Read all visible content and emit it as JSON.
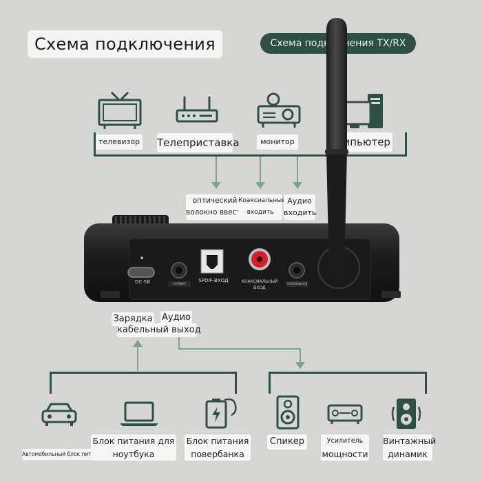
{
  "header": {
    "title": "Схема подключения",
    "mode_pill": "Схема подключения TX/RX"
  },
  "top_devices": [
    {
      "icon": "tv-icon",
      "label": "телевизор"
    },
    {
      "icon": "set-top-box-icon",
      "label": "Телеприставка"
    },
    {
      "icon": "projector-icon",
      "label": "монитор"
    },
    {
      "icon": "computer-icon",
      "label": "Компьютер"
    }
  ],
  "inputs": {
    "optical": [
      "оптический",
      "волокно ввести"
    ],
    "coaxial": [
      "Коаксиальный",
      "входить"
    ],
    "audio": [
      "Аудио",
      "входить"
    ]
  },
  "device_ports": {
    "dc": "DC-5B",
    "jack_left": "ЗАРЯДКА",
    "spdif": "SPDIF-ВХОД",
    "coax": [
      "КОАКСИАЛЬНЫЙ",
      "ВХОД"
    ],
    "jack_right": "АУДИОВЫХОД"
  },
  "outputs": {
    "charge": "Зарядка",
    "audio": [
      "Аудио",
      "кабельный выход"
    ]
  },
  "power_sources": [
    {
      "icon": "car-icon",
      "label": "Автомобильный блок питания"
    },
    {
      "icon": "laptop-icon",
      "label": [
        "Блок питания для",
        "ноутбука"
      ]
    },
    {
      "icon": "powerbank-icon",
      "label": [
        "Блок питания",
        "повербанка"
      ]
    }
  ],
  "audio_outputs": [
    {
      "icon": "speaker-icon",
      "label": "Спикер"
    },
    {
      "icon": "amplifier-icon",
      "label": [
        "Усилитель",
        "мощности"
      ]
    },
    {
      "icon": "vintage-speaker-icon",
      "label": [
        "Винтажный",
        "динамик"
      ]
    }
  ],
  "colors": {
    "accent": "#2f4e46",
    "arrow": "#7aa494",
    "background": "#d6d6d4",
    "device": "#1b1b1c",
    "coax": "#d4202a"
  }
}
